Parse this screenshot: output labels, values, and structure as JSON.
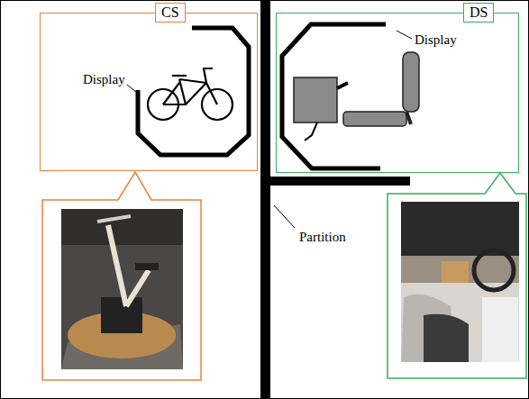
{
  "diagram": {
    "nodes": [
      {
        "text": [
          "CS"
        ]
      },
      {
        "text": [
          "DS"
        ]
      }
    ],
    "labels": [
      "Display",
      "Display",
      "Partition"
    ]
  }
}
